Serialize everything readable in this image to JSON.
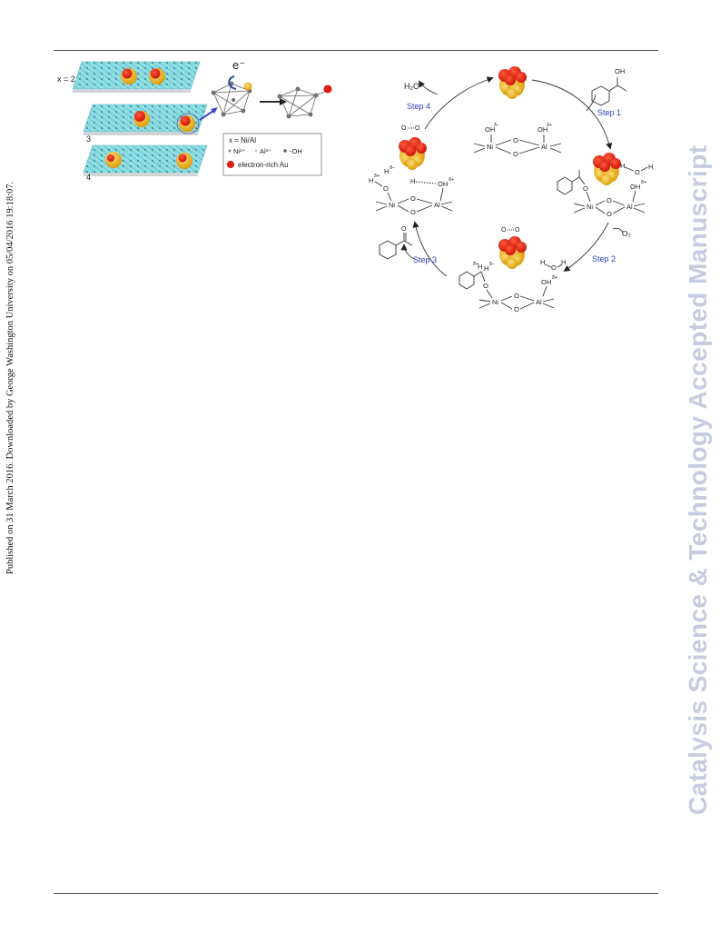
{
  "page": {
    "side_note": "Published on 31 March 2016. Downloaded by George Washington University on 05/04/2016 19:18:07.",
    "watermark": "Catalysis Science & Technology Accepted Manuscript"
  },
  "figure_left": {
    "row_labels": [
      "x = 2",
      "3",
      "4"
    ],
    "electron_label": "e⁻",
    "legend": {
      "line1": "x = Ni/Al",
      "ni": "Ni²⁺",
      "al": "Al³⁺",
      "oh": "-OH",
      "au": "electron-rich Au"
    },
    "colors": {
      "layer": "#7fd8df",
      "au_rich": "#e01b0f",
      "au": "#f0b90a",
      "arrow": "#3a45c6"
    }
  },
  "figure_cycle": {
    "steps": [
      "Step 1",
      "Step 2",
      "Step 3",
      "Step 4"
    ],
    "reagents": {
      "substrate_oh": "OH",
      "o2": "O₂",
      "water": "H₂O"
    },
    "atoms": {
      "ni": "Ni",
      "al": "Al",
      "o": "O",
      "h": "H",
      "oh": "OH",
      "charge_minus": "δ−",
      "charge_plus": "δ+"
    },
    "colors": {
      "step_label": "#2a3fc1",
      "cluster_red": "#e01b0f",
      "cluster_gold": "#f0b90a"
    }
  }
}
